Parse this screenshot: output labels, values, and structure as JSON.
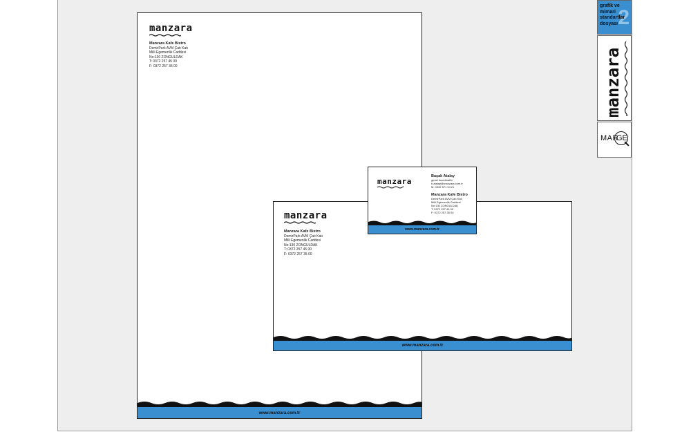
{
  "brand": "manzara",
  "letterhead": {
    "company": "Manzara Kafe Bistro",
    "lines": [
      "DemirPark AVM Çatı Katı",
      "Milli Egemenlik Caddesi",
      "No:130 ZONGULDAK",
      "T:   0372 257 45 00",
      "F:   0372 257 35 00"
    ],
    "website": "www.manzara.com.tr"
  },
  "envelope": {
    "company": "Manzara Kafe Bistro",
    "lines": [
      "DemirPark AVM Çatı Katı",
      "Milli Egemenlik Caddesi",
      "No:130 ZONGULDAK",
      "T:   0372 257 45 00",
      "F:   0372 257 35 00"
    ],
    "website": "www.manzara.com.tr"
  },
  "business_card": {
    "name": "Başak Atalay",
    "title": "genel koordinatör",
    "email": "b.atalay@manzara.com.tr",
    "mobile": "M: 0532 571 94 21",
    "company": "Manzara Kafe Bistro",
    "lines": [
      "DemirPark AVM Çatı Katı",
      "Milli Egemenlik Caddesi",
      "No:130 ZONGULDAK",
      "T:  0372 257 45 00",
      "F:  0372 257 35 00"
    ],
    "website": "www.manzara.com.tr"
  },
  "side_panel": {
    "tag_lines": [
      "grafik ve",
      "mimari",
      "standartlar",
      "dosyası"
    ],
    "tag_number": "2",
    "vertical_logo": "manzara",
    "marge_left": "MAR",
    "marge_right": "GE"
  },
  "colors": {
    "accent": "#3a8fd0",
    "board": "#eeeeee",
    "ink": "#111111"
  }
}
